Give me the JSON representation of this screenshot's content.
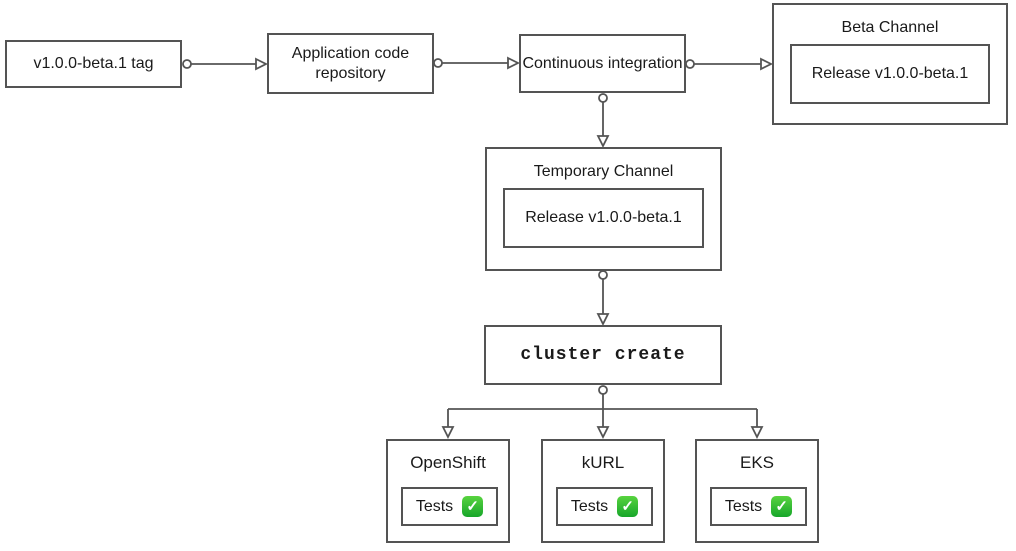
{
  "diagram": {
    "nodes": {
      "version_tag": {
        "label": "v1.0.0-beta.1 tag"
      },
      "app_repo": {
        "label": "Application code repository"
      },
      "continuous_integration": {
        "label": "Continuous integration"
      },
      "beta_channel": {
        "title": "Beta Channel",
        "release_label": "Release v1.0.0-beta.1"
      },
      "temporary_channel": {
        "title": "Temporary Channel",
        "release_label": "Release v1.0.0-beta.1"
      },
      "cluster_create": {
        "label": "cluster create"
      }
    },
    "platforms": [
      {
        "title": "OpenShift",
        "tests_label": "Tests",
        "status_icon": "check-mark-icon",
        "status_glyph": "✓"
      },
      {
        "title": "kURL",
        "tests_label": "Tests",
        "status_icon": "check-mark-icon",
        "status_glyph": "✓"
      },
      {
        "title": "EKS",
        "tests_label": "Tests",
        "status_icon": "check-mark-icon",
        "status_glyph": "✓"
      }
    ],
    "colors": {
      "border": "#545454",
      "connector": "#545454",
      "text": "#1a1a1a",
      "background": "#ffffff",
      "check_bg_top": "#58d33f",
      "check_bg_bottom": "#17a62b",
      "check_glyph": "#ffffff"
    }
  }
}
